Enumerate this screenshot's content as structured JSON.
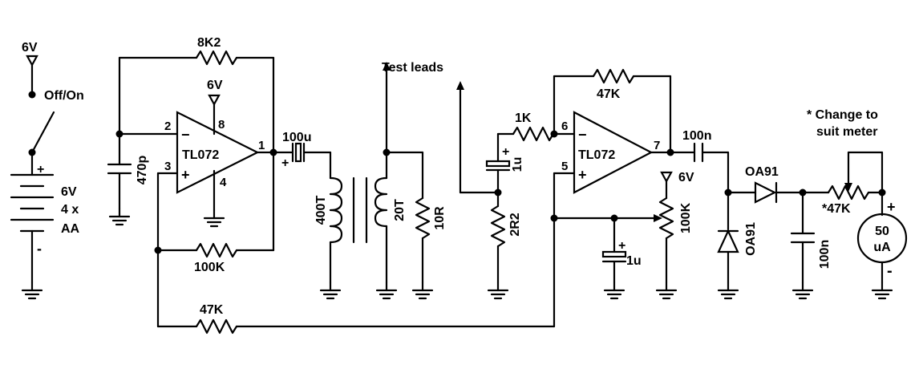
{
  "schematic": {
    "supply": {
      "voltage_top": "6V",
      "switch_label": "Off/On",
      "plus": "+",
      "minus": "-",
      "battery_voltage": "6V",
      "battery_count": "4 x",
      "battery_type": "AA"
    },
    "opamp1": {
      "name": "TL072",
      "pin2": "2",
      "pin3": "3",
      "pin8": "8",
      "pin4": "4",
      "pin1": "1",
      "minus": "−",
      "plus": "+",
      "supply": "6V"
    },
    "r_feedback1": "8K2",
    "c_input": "470p",
    "r_bias1": "100K",
    "r_link": "47K",
    "c_coupling1": {
      "value": "100u",
      "plus": "+"
    },
    "transformer": {
      "primary": "400T",
      "secondary": "20T"
    },
    "r_load": "10R",
    "test_leads": "Test leads",
    "r_input2": "1K",
    "c_input2": {
      "value": "1u",
      "plus": "+"
    },
    "r_ground2": "2R2",
    "opamp2": {
      "name": "TL072",
      "pin6": "6",
      "pin5": "5",
      "pin7": "7",
      "minus": "−",
      "plus": "+"
    },
    "r_feedback2": "47K",
    "c_bias": {
      "value": "1u",
      "plus": "+"
    },
    "pot_offset": {
      "value": "100K",
      "supply": "6V"
    },
    "c_coupling2": "100n",
    "diode_series": "OA91",
    "diode_shunt": "OA91",
    "c_filter": "100n",
    "pot_meter": "*47K",
    "note": [
      "* Change to",
      "suit meter"
    ],
    "meter": {
      "range": "50",
      "unit": "uA",
      "plus": "+",
      "minus": "-"
    }
  }
}
